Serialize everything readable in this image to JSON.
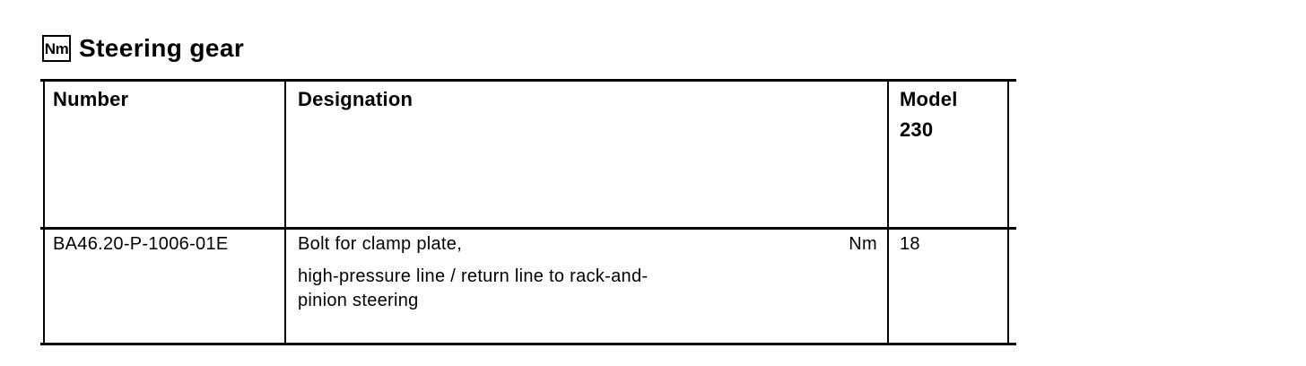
{
  "colors": {
    "ink": "#000000",
    "background": "#ffffff"
  },
  "heading": {
    "icon_label": "Nm",
    "title": "Steering gear"
  },
  "table": {
    "columns": [
      {
        "label": "Number"
      },
      {
        "label": "Designation"
      },
      {
        "label": "Model",
        "sublabel": "230"
      }
    ],
    "rows": [
      {
        "number": "BA46.20-P-1006-01E",
        "designation_line1": "Bolt for clamp plate,",
        "designation_line2": "high-pressure line / return line to rack-and-",
        "designation_line3": "pinion steering",
        "unit": "Nm",
        "model_value": "18"
      }
    ]
  }
}
